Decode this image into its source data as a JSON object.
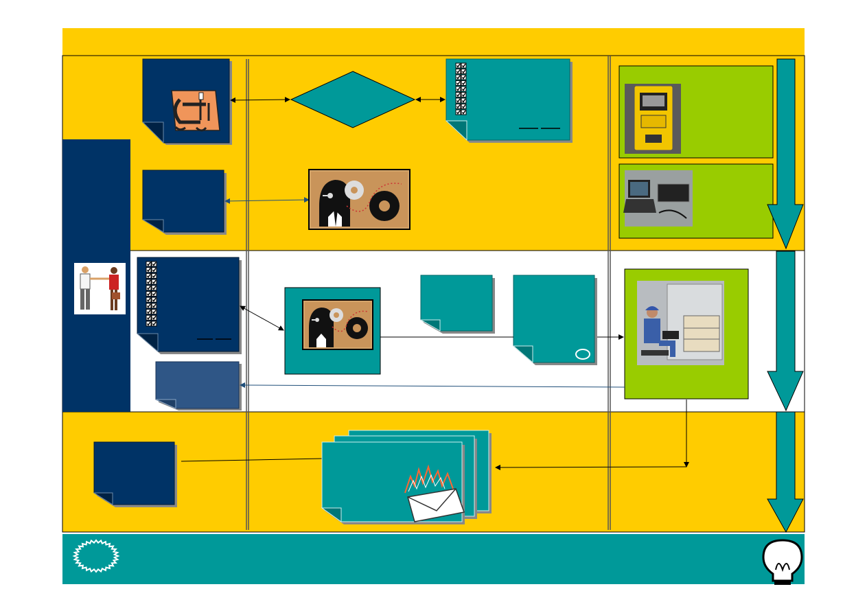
{
  "colors": {
    "background": "#ffffff",
    "band_yellow": "#ffcc00",
    "navy": "#003366",
    "navy_light": "#2f5686",
    "teal": "#009999",
    "green": "#99cc00",
    "line_dark": "#000000",
    "line_blue": "#1f4e79",
    "shadow": "#888888"
  },
  "icons": {
    "clamp": "clamp-clipart-icon",
    "checklist": "checklist-icon",
    "thinker_gears": "thinker-gears-icon",
    "handshake": "handshake-people-icon",
    "burning_letter": "burning-envelope-icon",
    "badge": "starburst-badge-icon",
    "lightbulb": "lightbulb-icon",
    "device_photo": "yellow-instrument-photo",
    "laptop_photo": "laptop-equipment-photo",
    "operator_photo": "operator-chamber-photo"
  }
}
